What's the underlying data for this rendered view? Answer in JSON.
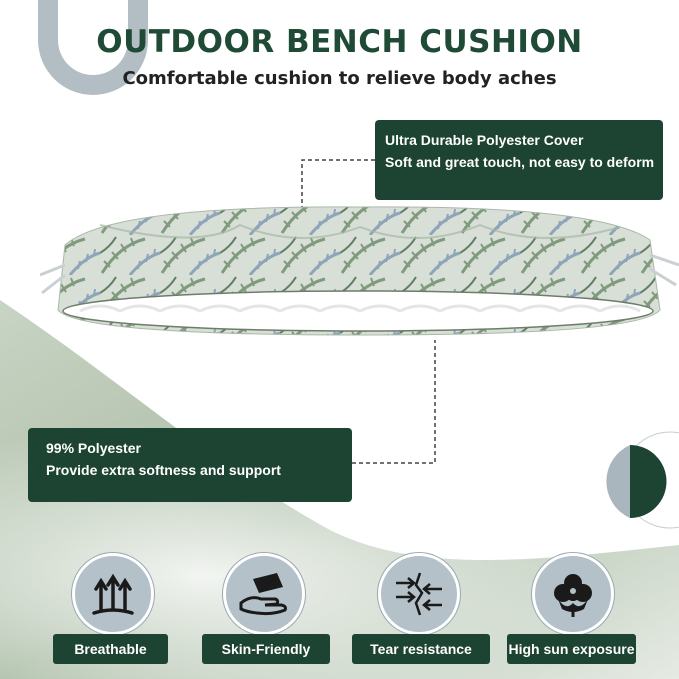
{
  "header": {
    "title": "OUTDOOR BENCH CUSHION",
    "subtitle": "Comfortable cushion to relieve body aches"
  },
  "callouts": {
    "cover": {
      "line1": "Ultra Durable Polyester Cover",
      "line2": "Soft and great touch, not easy to deform"
    },
    "filling": {
      "line1": "99% Polyester",
      "line2": "Provide extra softness and support"
    }
  },
  "features": [
    {
      "label": "Breathable",
      "icon": "breathable-arrows-icon"
    },
    {
      "label": "Skin-Friendly",
      "icon": "hand-touch-icon"
    },
    {
      "label": "Tear resistance",
      "icon": "tear-resistance-icon"
    },
    {
      "label": "High sun exposure",
      "icon": "cotton-flower-icon"
    }
  ],
  "colors": {
    "brand_green": "#1d4332",
    "title_green": "#1f4a35",
    "accent_gray_blue": "#aab6be",
    "sage": "#9fb19a"
  }
}
